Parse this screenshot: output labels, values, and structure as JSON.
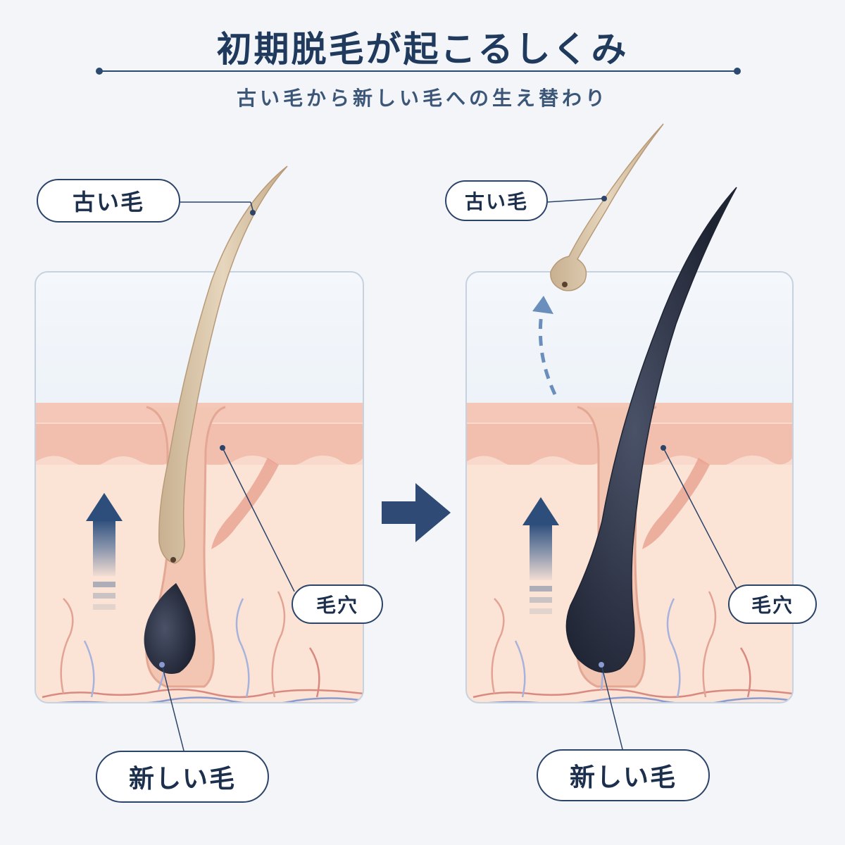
{
  "title": "初期脱毛が起こるしくみ",
  "subtitle": "古い毛から新しい毛への生え替わり",
  "panels": [
    {
      "old_hair_label": "古い毛",
      "pore_label": "毛穴",
      "new_hair_label": "新しい毛"
    },
    {
      "old_hair_label": "古い毛",
      "pore_label": "毛穴",
      "new_hair_label": "新しい毛"
    }
  ],
  "colors": {
    "title": "#1f3a5c",
    "old_hair": "#d8c3a5",
    "new_hair": "#2e3446",
    "skin": "#f6d2c4",
    "fat": "#f2cd8e",
    "arrow": "#3c5f8f"
  }
}
